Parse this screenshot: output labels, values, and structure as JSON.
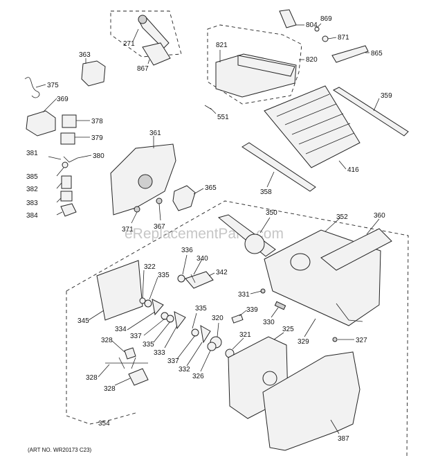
{
  "watermark": "eReplacementParts.com",
  "art_number": "(ART NO. WR20173 C23)",
  "callouts": [
    "271",
    "804",
    "869",
    "871",
    "865",
    "821",
    "820",
    "363",
    "867",
    "375",
    "369",
    "378",
    "379",
    "551",
    "359",
    "361",
    "381",
    "380",
    "385",
    "382",
    "383",
    "384",
    "416",
    "358",
    "365",
    "371",
    "367",
    "350",
    "352",
    "360",
    "336",
    "340",
    "342",
    "322",
    "335",
    "345",
    "334",
    "337",
    "335b",
    "333",
    "337b",
    "331",
    "339",
    "330",
    "329",
    "327",
    "320",
    "332",
    "326",
    "321",
    "325",
    "328",
    "328b",
    "328c",
    "354",
    "387"
  ],
  "labels": {
    "271": "271",
    "804": "804",
    "869": "869",
    "871": "871",
    "865": "865",
    "821": "821",
    "820": "820",
    "363": "363",
    "867": "867",
    "375": "375",
    "369": "369",
    "378": "378",
    "379": "379",
    "551": "551",
    "359": "359",
    "361": "361",
    "381": "381",
    "380": "380",
    "385": "385",
    "382": "382",
    "383": "383",
    "384": "384",
    "416": "416",
    "358": "358",
    "365": "365",
    "371": "371",
    "367": "367",
    "350": "350",
    "352": "352",
    "360": "360",
    "336": "336",
    "340": "340",
    "342": "342",
    "322": "322",
    "335": "335",
    "345": "345",
    "334": "334",
    "337": "337",
    "335b": "335",
    "333": "333",
    "337b": "337",
    "331": "331",
    "339": "339",
    "330": "330",
    "329": "329",
    "327": "327",
    "320": "320",
    "332": "332",
    "326": "326",
    "321": "321",
    "325": "325",
    "328": "328",
    "328b": "328",
    "328c": "328",
    "354": "354",
    "387": "387"
  }
}
